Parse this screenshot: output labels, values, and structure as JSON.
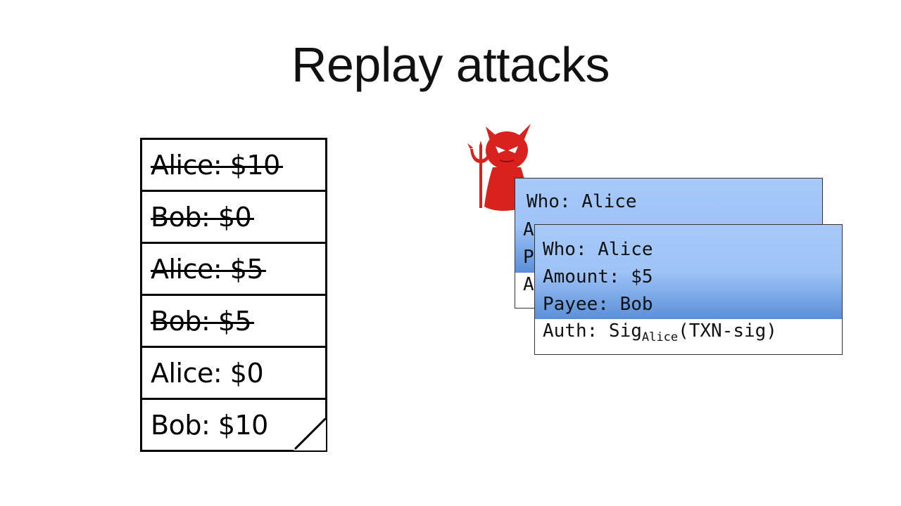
{
  "slide": {
    "title": "Replay attacks"
  },
  "ledger": [
    {
      "text": "Alice: $10",
      "struck": true
    },
    {
      "text": "Bob: $0",
      "struck": true
    },
    {
      "text": "Alice: $5",
      "struck": true
    },
    {
      "text": "Bob: $5",
      "struck": true
    },
    {
      "text": "Alice: $0",
      "struck": false
    },
    {
      "text": "Bob: $10",
      "struck": false
    }
  ],
  "original_txn": {
    "who_partial": "Who: Alice",
    "amount_partial": "A",
    "payee_partial": "P",
    "auth_partial": "A"
  },
  "replayed_txn": {
    "who": "Who: Alice",
    "amount": "Amount: $5",
    "payee": "Payee: Bob",
    "auth_prefix": "Auth: Sig",
    "auth_sub": "Alice",
    "auth_suffix": "(TXN-sig)"
  },
  "colors": {
    "devil": "#d9211e",
    "card_top": "#a6c9f9",
    "card_bottom": "#5a8fd8"
  }
}
